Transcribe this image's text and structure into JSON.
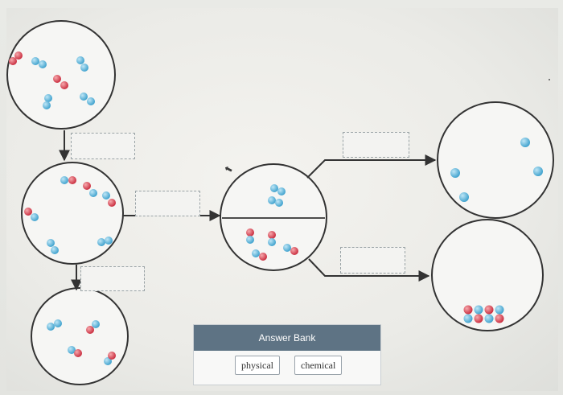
{
  "answer_bank": {
    "title": "Answer Bank",
    "options": [
      "physical",
      "chemical"
    ]
  },
  "colors": {
    "atom_blue": "#5bb8e0",
    "atom_red": "#e0454d",
    "header": "#5e7384",
    "circle_stroke": "#333333",
    "arrow": "#333333"
  },
  "icons": {
    "cursor": "mouse-cursor-icon"
  }
}
